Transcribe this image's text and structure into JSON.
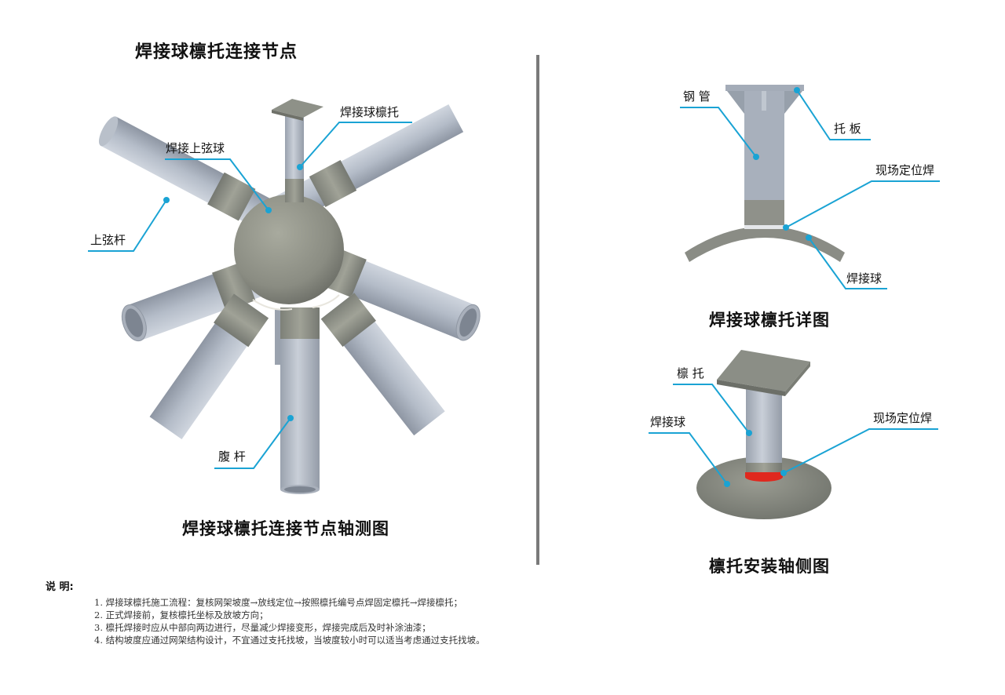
{
  "page": {
    "title": "焊接球檩托连接节点"
  },
  "left_figure": {
    "caption": "焊接球檩托连接节点轴测图",
    "labels": {
      "purlin_support": "焊接球檩托",
      "upper_chord_ball": "焊接上弦球",
      "upper_chord_rod": "上弦杆",
      "web_rod": "腹 杆"
    }
  },
  "detail_figure": {
    "caption": "焊接球檩托详图",
    "labels": {
      "steel_pipe": "钢 管",
      "support_plate": "托 板",
      "site_tack_weld": "现场定位焊",
      "welded_ball": "焊接球"
    }
  },
  "iso_figure": {
    "caption": "檩托安装轴侧图",
    "labels": {
      "purlin_support": "檩 托",
      "welded_ball": "焊接球",
      "site_tack_weld": "现场定位焊"
    }
  },
  "notes": {
    "heading": "说 明:",
    "items": [
      "1. 焊接球檩托施工流程：复核网架坡度→放线定位→按照檩托编号点焊固定檩托→焊接檩托；",
      "2. 正式焊接前，复核檩托坐标及放坡方向；",
      "3. 檩托焊接时应从中部向两边进行，尽量减少焊接变形，焊接完成后及时补涂油漆；",
      "4. 结构坡度应通过网架结构设计，不宜通过支托找坡，当坡度较小时可以适当考虑通过支托找坡。"
    ]
  },
  "colors": {
    "leader_line": "#1aa3d4",
    "pipe": "#b4bcc8",
    "weld_gray": "#8a8d85",
    "tack_weld_red": "#e0281e",
    "divider": "#7a7a7a"
  }
}
